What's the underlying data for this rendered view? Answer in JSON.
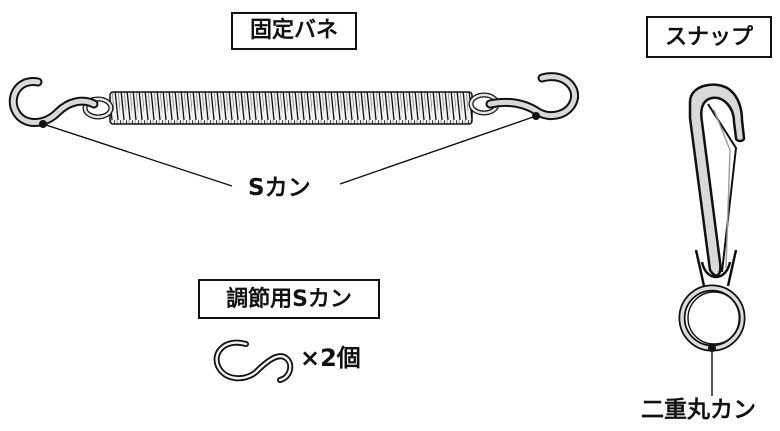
{
  "labels": {
    "fixed_spring": "固定バネ",
    "snap": "スナップ",
    "s_hook": "Sカン",
    "adjust_s_hook": "調節用Sカン",
    "quantity": "×2個",
    "double_ring": "二重丸カン"
  },
  "colors": {
    "ink": "#111111",
    "metal_fill": "#d9d9d9",
    "metal_dark": "#9a9a9a"
  }
}
